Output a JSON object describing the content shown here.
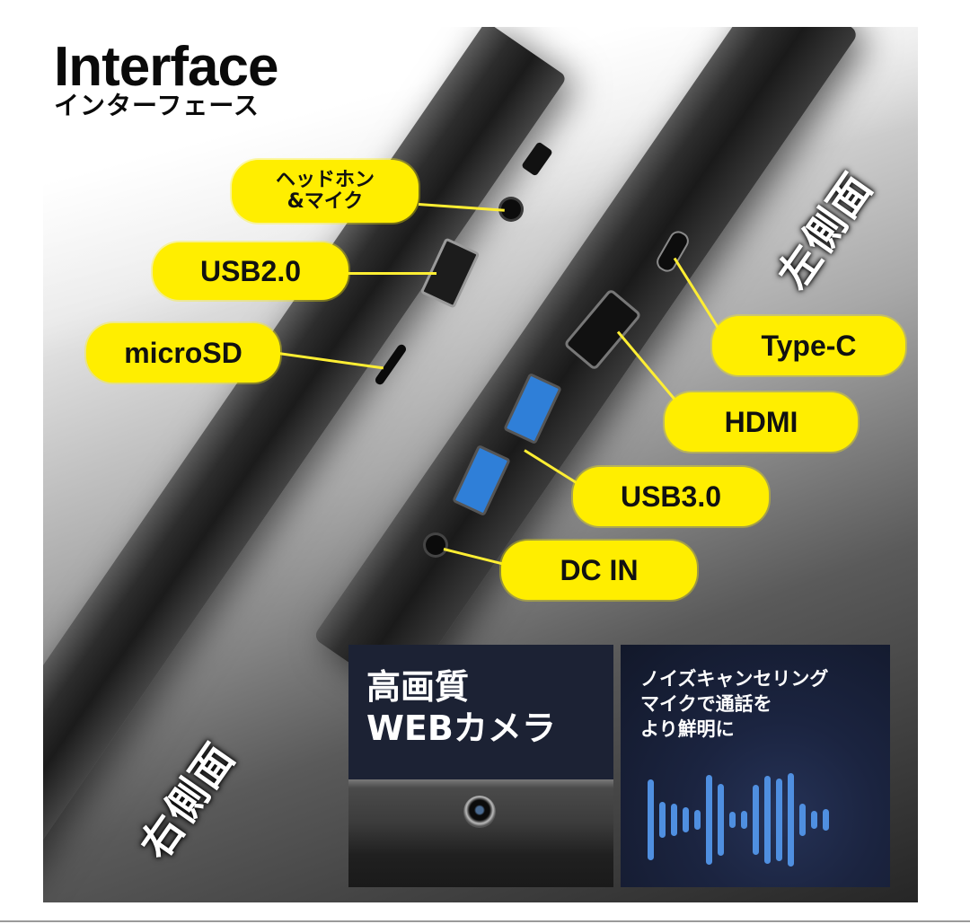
{
  "header": {
    "title_en": "Interface",
    "title_jp": "インターフェース"
  },
  "side_labels": {
    "left_side": "左側面",
    "right_side": "右側面"
  },
  "ports_right_side": [
    {
      "id": "audio",
      "label_line1": "ヘッドホン",
      "label_line2": "&マイク"
    },
    {
      "id": "usb2",
      "label": "USB2.0"
    },
    {
      "id": "microsd",
      "label": "microSD"
    }
  ],
  "ports_left_side": [
    {
      "id": "typec",
      "label": "Type-C"
    },
    {
      "id": "hdmi",
      "label": "HDMI"
    },
    {
      "id": "usb3",
      "label": "USB3.0"
    },
    {
      "id": "dcin",
      "label": "DC IN"
    }
  ],
  "camera_panel": {
    "line1": "高画質",
    "line2": "WEBカメラ"
  },
  "mic_panel": {
    "line1": "ノイズキャンセリング",
    "line2": "マイクで通話を",
    "line3": "より鮮明に",
    "waveform_heights": [
      90,
      40,
      36,
      28,
      22,
      100,
      80,
      18,
      20,
      78,
      98,
      92,
      104,
      36,
      20,
      24
    ]
  },
  "colors": {
    "callout_yellow": "#ffee00",
    "usb3_blue": "#2f7fd8",
    "waveform_blue": "#4f8fe0",
    "panel_navy": "#1c2234"
  }
}
